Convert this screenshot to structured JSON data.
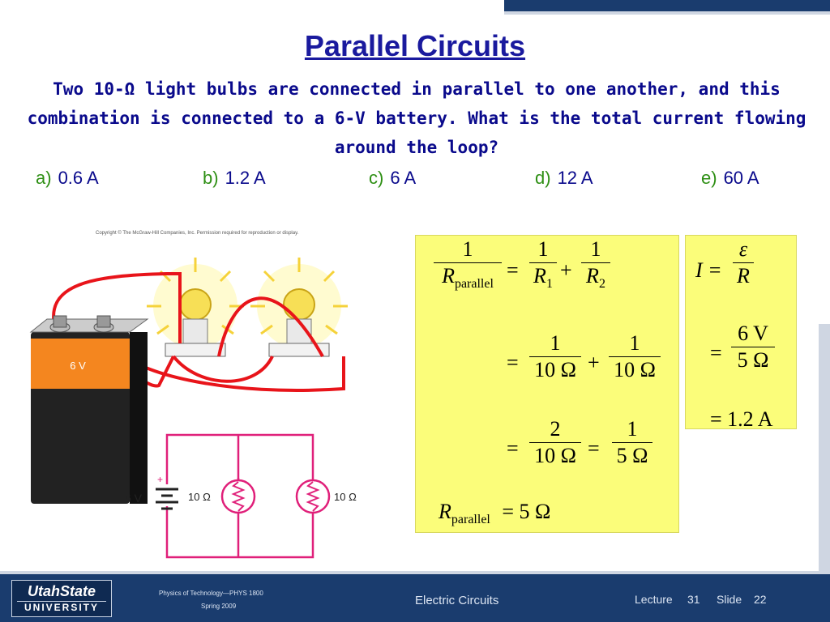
{
  "slide": {
    "title": "Parallel Circuits",
    "question": "Two 10-Ω light bulbs are connected in parallel to one another, and this combination is connected to a 6-V battery.  What is the total current flowing around the loop?",
    "options": [
      {
        "letter": "a)",
        "value": "0.6 A"
      },
      {
        "letter": "b)",
        "value": "1.2 A"
      },
      {
        "letter": "c)",
        "value": "6 A"
      },
      {
        "letter": "d)",
        "value": "12 A"
      },
      {
        "letter": "e)",
        "value": "60 A"
      }
    ]
  },
  "figure": {
    "copyright": "Copyright © The McGraw-Hill Companies, Inc. Permission required for reproduction or display.",
    "battery_label": "6 V",
    "schematic_battery_label": "6 V",
    "schematic_plus": "+",
    "resistor1_label": "10 Ω",
    "resistor2_label": "10 Ω"
  },
  "equations": {
    "one": "1",
    "two": "2",
    "r_sym": "R",
    "parallel_sub": "parallel",
    "sub1": "1",
    "sub2": "2",
    "equals": "=",
    "plus": "+",
    "ten_ohm": "10 Ω",
    "five_ohm": "5 Ω",
    "result": "= 5 Ω",
    "i_sym": "I =",
    "emf": "ε",
    "six_v": "6 V",
    "current_result": "= 1.2 A"
  },
  "footer": {
    "university_line1": "UtahState",
    "university_line2": "UNIVERSITY",
    "course": "Physics of Technology—PHYS 1800",
    "term": "Spring 2009",
    "topic": "Electric Circuits",
    "lecture_label": "Lecture",
    "lecture_num": "31",
    "slide_label": "Slide",
    "slide_num": "22"
  },
  "colors": {
    "title": "#1a1a9e",
    "question": "#0a0a8c",
    "option_letter": "#2e8f14",
    "panel": "#fbfd7a",
    "footer": "#1a3c6e",
    "wire": "#e8141a",
    "schematic": "#e0207a"
  }
}
